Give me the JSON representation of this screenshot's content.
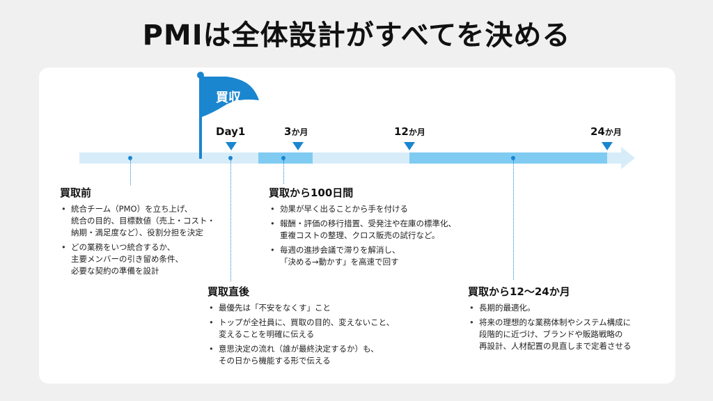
{
  "title": "PMIは全体設計がすべてを決める",
  "flag": {
    "label": "買収"
  },
  "milestones": [
    {
      "num": "Day1",
      "unit": ""
    },
    {
      "num": "3",
      "unit": "か月"
    },
    {
      "num": "12",
      "unit": "か月"
    },
    {
      "num": "24",
      "unit": "か月"
    }
  ],
  "sections": {
    "before": {
      "title": "買取前",
      "items": [
        "統合チーム（PMO）を立ち上げ、\n統合の目的、目標数値（売上・コスト・\n納期・満足度など）、役割分担を決定",
        "どの業務をいつ統合するか、\n主要メンバーの引き留め条件、\n必要な契約の準備を設計"
      ]
    },
    "after": {
      "title": "買取直後",
      "items": [
        "最優先は「不安をなくす」こと",
        "トップが全社員に、買取の目的、変えないこと、\n変えることを明確に伝える",
        "意思決定の流れ（誰が最終決定するか）も、\nその日から機能する形で伝える"
      ]
    },
    "first100": {
      "title": "買取から100日間",
      "items": [
        "効果が早く出ることから手を付ける",
        "報酬・評価の移行措置、受発注や在庫の標準化、\n重複コストの整理、クロス販売の試行など。",
        "毎週の進捗会議で滞りを解消し、\n「決める→動かす」を高速で回す"
      ]
    },
    "long": {
      "title": "買取から12〜24か月",
      "items": [
        "長期的最適化。",
        "将来の理想的な業務体制やシステム構成に\n段階的に近づけ、ブランドや販路戦略の\n再設計、人材配置の見直しまで定着させる"
      ]
    }
  },
  "colors": {
    "accent": "#1a86cf",
    "bar_light": "#d7ecf9",
    "bar_mid": "#80cbf2"
  }
}
